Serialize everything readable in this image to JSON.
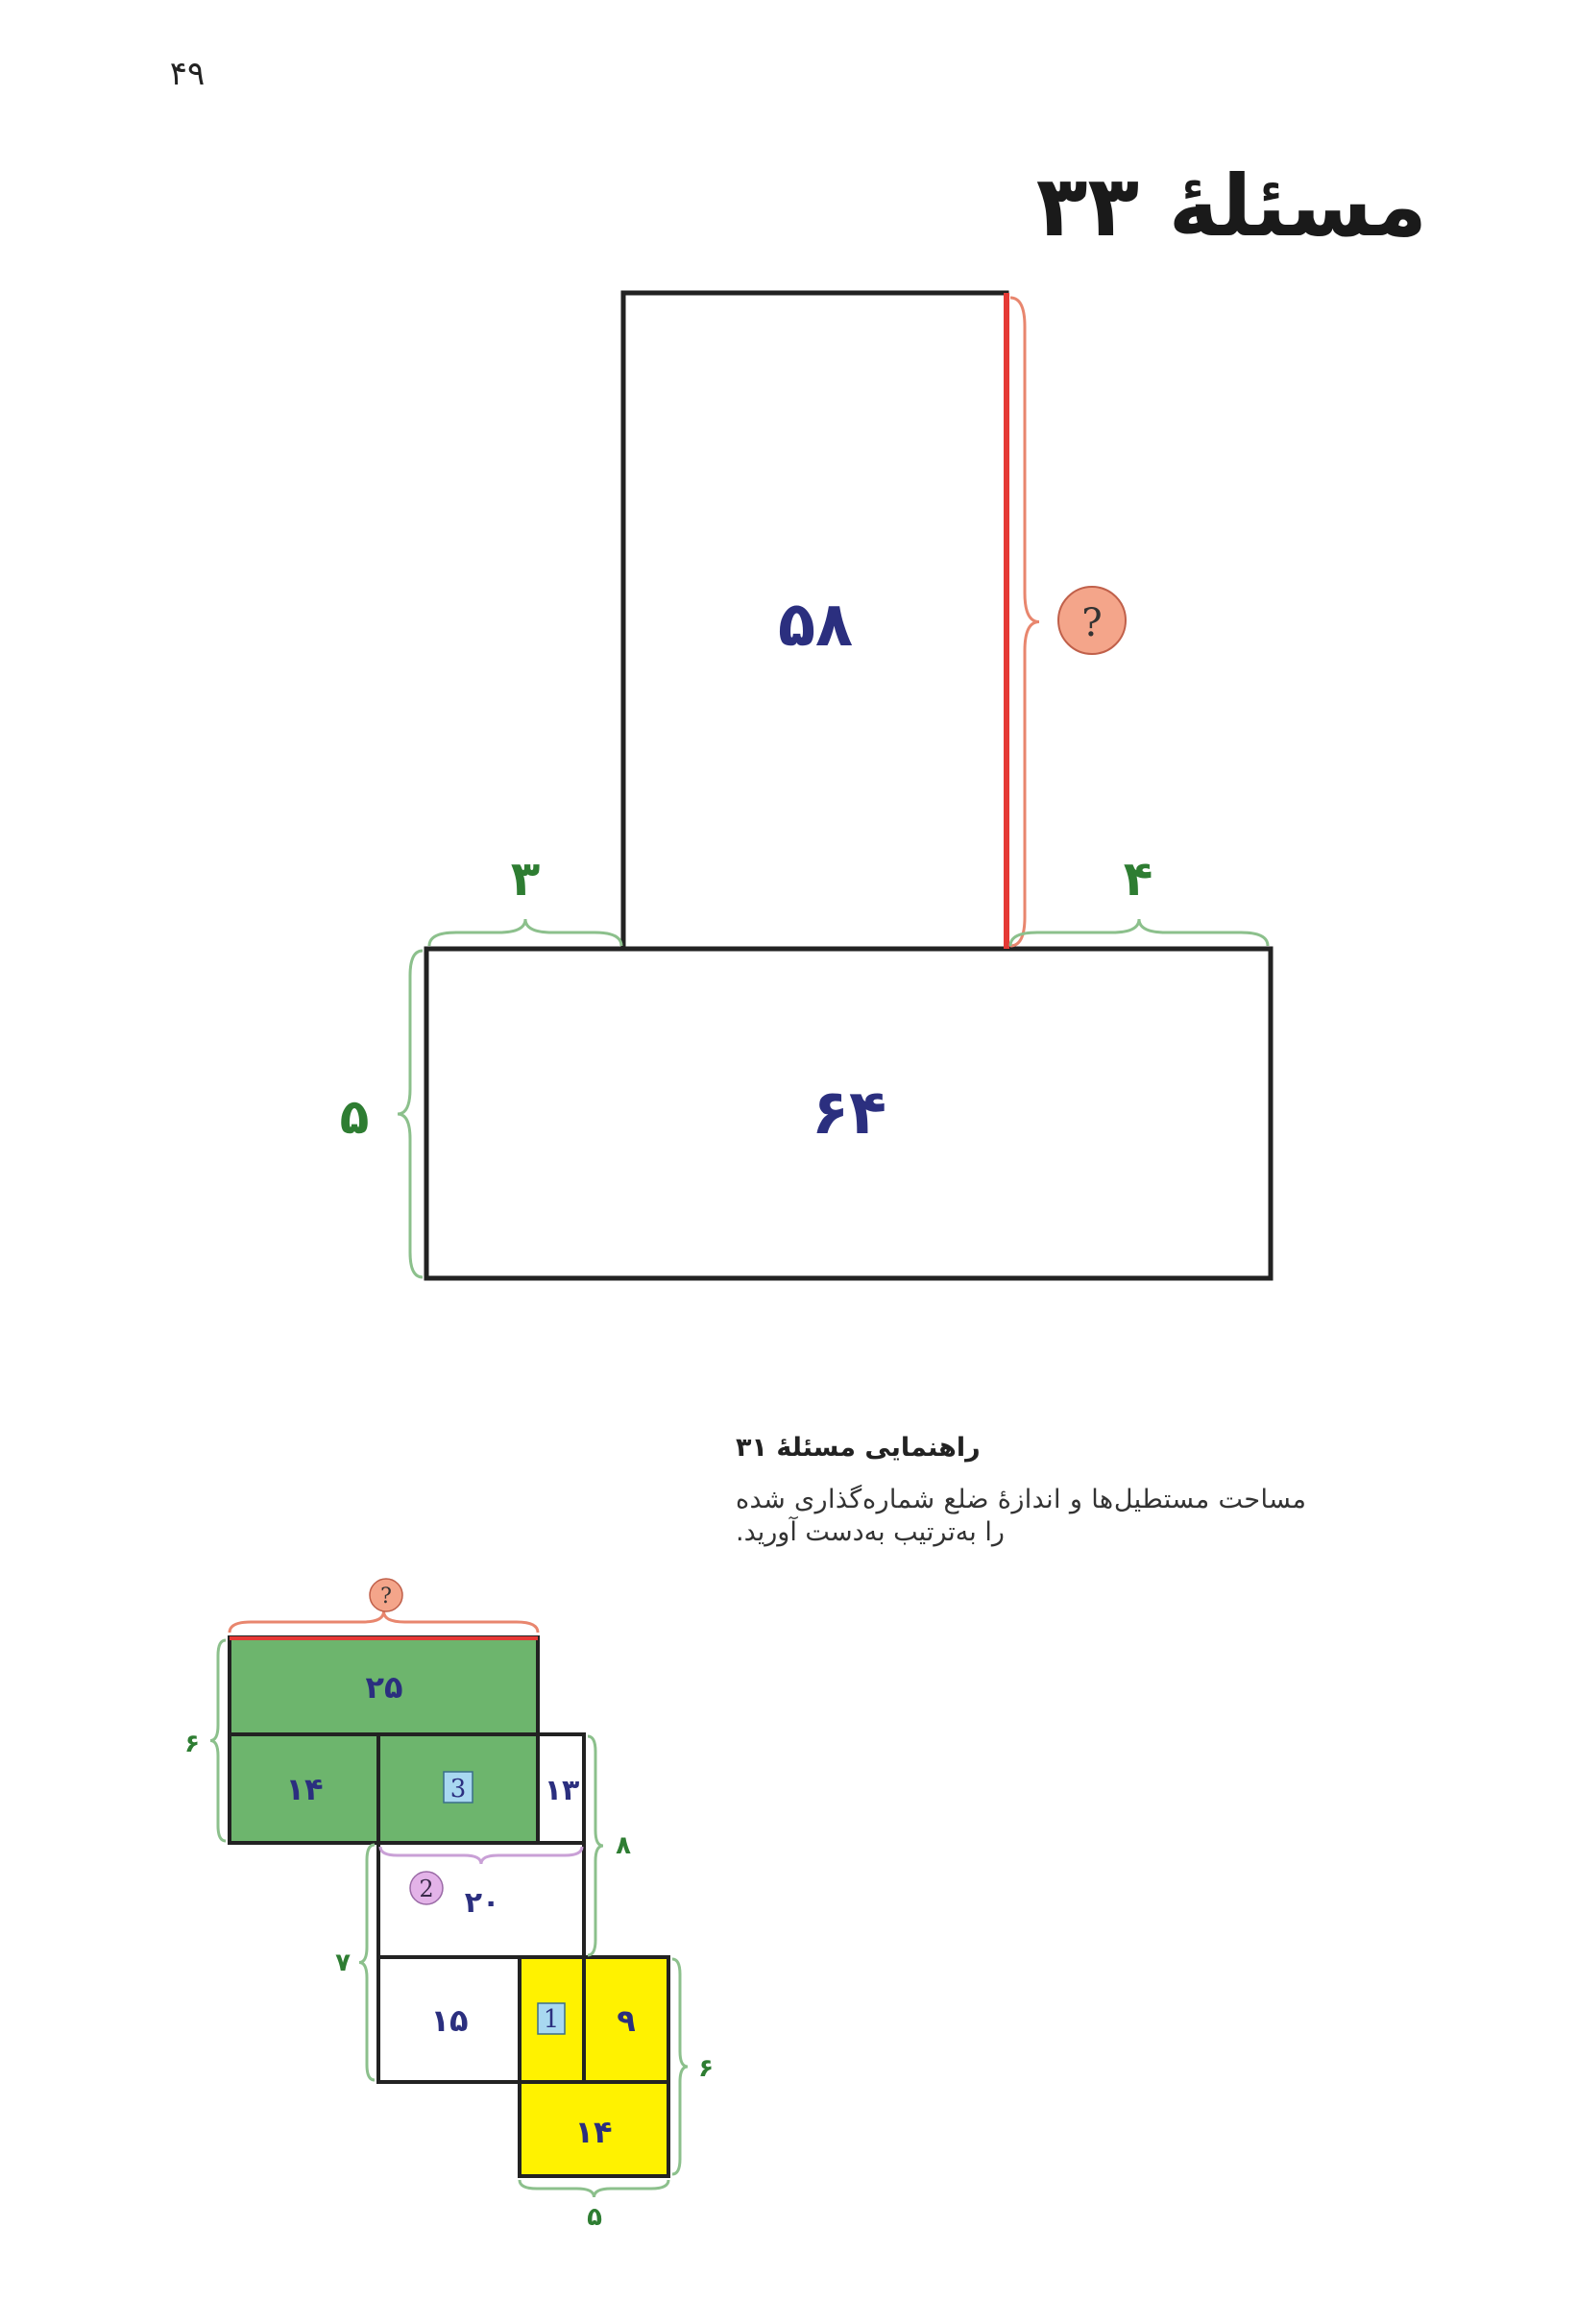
{
  "page_number": "۴۹",
  "title": "مسئلهٔ ۳۳",
  "main_figure": {
    "top_rect_area": "۵۸",
    "bottom_rect_area": "۶۴",
    "unknown_marker": "?",
    "left_gap": "۳",
    "right_gap": "۴",
    "bottom_height": "۵",
    "colors": {
      "highlight": "#e53935",
      "marker_fill": "#f4a58a",
      "dimension": "#2e7d32",
      "area": "#2b2f7f"
    }
  },
  "hint": {
    "heading": "راهنمایی مسئلهٔ ۳۱",
    "line1": "مساحت مستطیل‌ها و اندازهٔ ضلع شماره‌گذاری شده",
    "line2": "را به‌ترتیب به‌دست آورید.",
    "figure": {
      "unknown_marker": "?",
      "area_top": "۲۵",
      "area_left": "۱۴",
      "step3": "3",
      "area_narrow": "۱۳",
      "step2": "2",
      "area_middle": "۲۰",
      "area_15": "۱۵",
      "step1": "1",
      "area_9": "۹",
      "area_bottom": "۱۴",
      "dim_left_6": "۶",
      "dim_right_8": "۸",
      "dim_left_7": "۷",
      "dim_right_6": "۶",
      "dim_bottom_5": "۵",
      "colors": {
        "green": "#6db56d",
        "yellow": "#fff200",
        "step_box": "#a8d8f0",
        "step2_fill": "#e3b3e8"
      }
    }
  }
}
